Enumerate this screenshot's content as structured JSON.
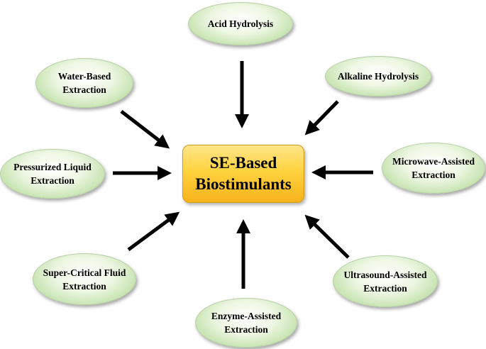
{
  "center": {
    "label": "SE-Based\nBiostimulants"
  },
  "nodes": [
    {
      "id": "acid-hydrolysis",
      "label": "Acid Hydrolysis"
    },
    {
      "id": "alkaline-hydrolysis",
      "label": "Alkaline Hydrolysis"
    },
    {
      "id": "microwave-assisted",
      "label": "Microwave-Assisted\nExtraction"
    },
    {
      "id": "ultrasound-assisted",
      "label": "Ultrasound-Assisted\nExtraction"
    },
    {
      "id": "enzyme-assisted",
      "label": "Enzyme-Assisted\nExtraction"
    },
    {
      "id": "super-critical-fluid",
      "label": "Super-Critical Fluid\nExtraction"
    },
    {
      "id": "pressurized-liquid",
      "label": "Pressurized Liquid\nExtraction"
    },
    {
      "id": "water-based",
      "label": "Water-Based\nExtraction"
    }
  ],
  "colors": {
    "node_fill": "#a9d48a",
    "center_fill": "#ffd33f",
    "arrow": "#000000"
  }
}
